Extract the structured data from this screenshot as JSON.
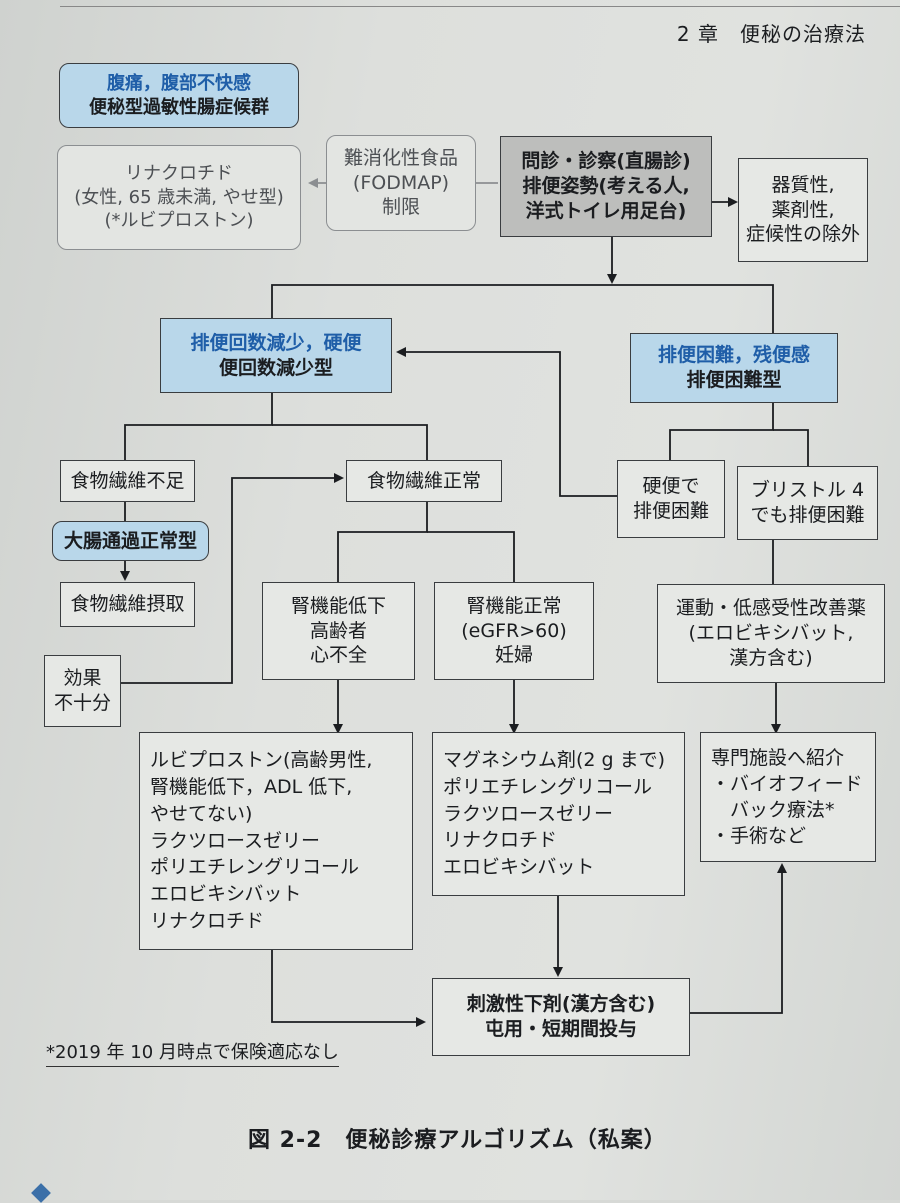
{
  "header": "2 章　便秘の治療法",
  "nodes": {
    "ibs_title1": "腹痛，腹部不快感",
    "ibs_title2": "便秘型過敏性腸症候群",
    "ibs_drug": [
      "リナクロチド",
      "(女性, 65 歳未満, やせ型)",
      "(*ルビプロストン)"
    ],
    "fodmap": [
      "難消化性食品",
      "(FODMAP)",
      "制限"
    ],
    "exam": [
      "問診・診察(直腸診)",
      "排便姿勢(考える人,",
      "洋式トイレ用足台)"
    ],
    "exclude": [
      "器質性,",
      "薬剤性,",
      "症候性の除外"
    ],
    "reduced_title1": "排便回数減少，硬便",
    "reduced_title2": "便回数減少型",
    "difficult_title1": "排便困難，残便感",
    "difficult_title2": "排便困難型",
    "fiber_lack": "食物繊維不足",
    "fiber_normal": "食物繊維正常",
    "hard_stool": [
      "硬便で",
      "排便困難"
    ],
    "bristol": [
      "ブリストル 4",
      "でも排便困難"
    ],
    "colon_normal": "大腸通過正常型",
    "fiber_intake": "食物繊維摂取",
    "renal_low": [
      "腎機能低下",
      "高齢者",
      "心不全"
    ],
    "renal_normal": [
      "腎機能正常",
      "(eGFR>60)",
      "妊婦"
    ],
    "exercise": [
      "運動・低感受性改善薬",
      "(エロビキシバット,",
      "漢方含む)"
    ],
    "no_effect": [
      "効果",
      "不十分"
    ],
    "drugs_left": [
      "ルビプロストン(高齢男性,",
      "腎機能低下，ADL 低下,",
      "やせてない)",
      "ラクツロースゼリー",
      "ポリエチレングリコール",
      "エロビキシバット",
      "リナクロチド"
    ],
    "drugs_mid": [
      "マグネシウム剤(2 g まで)",
      "ポリエチレングリコール",
      "ラクツロースゼリー",
      "リナクロチド",
      "エロビキシバット"
    ],
    "referral": [
      "専門施設へ紹介",
      "・バイオフィード",
      "　バック療法*",
      "・手術など"
    ],
    "stimulant": [
      "刺激性下剤(漢方含む)",
      "屯用・短期間投与"
    ]
  },
  "footnote": "*2019 年 10 月時点で保険適応なし",
  "caption": "図 2-2　便秘診療アルゴリズム（私案）"
}
